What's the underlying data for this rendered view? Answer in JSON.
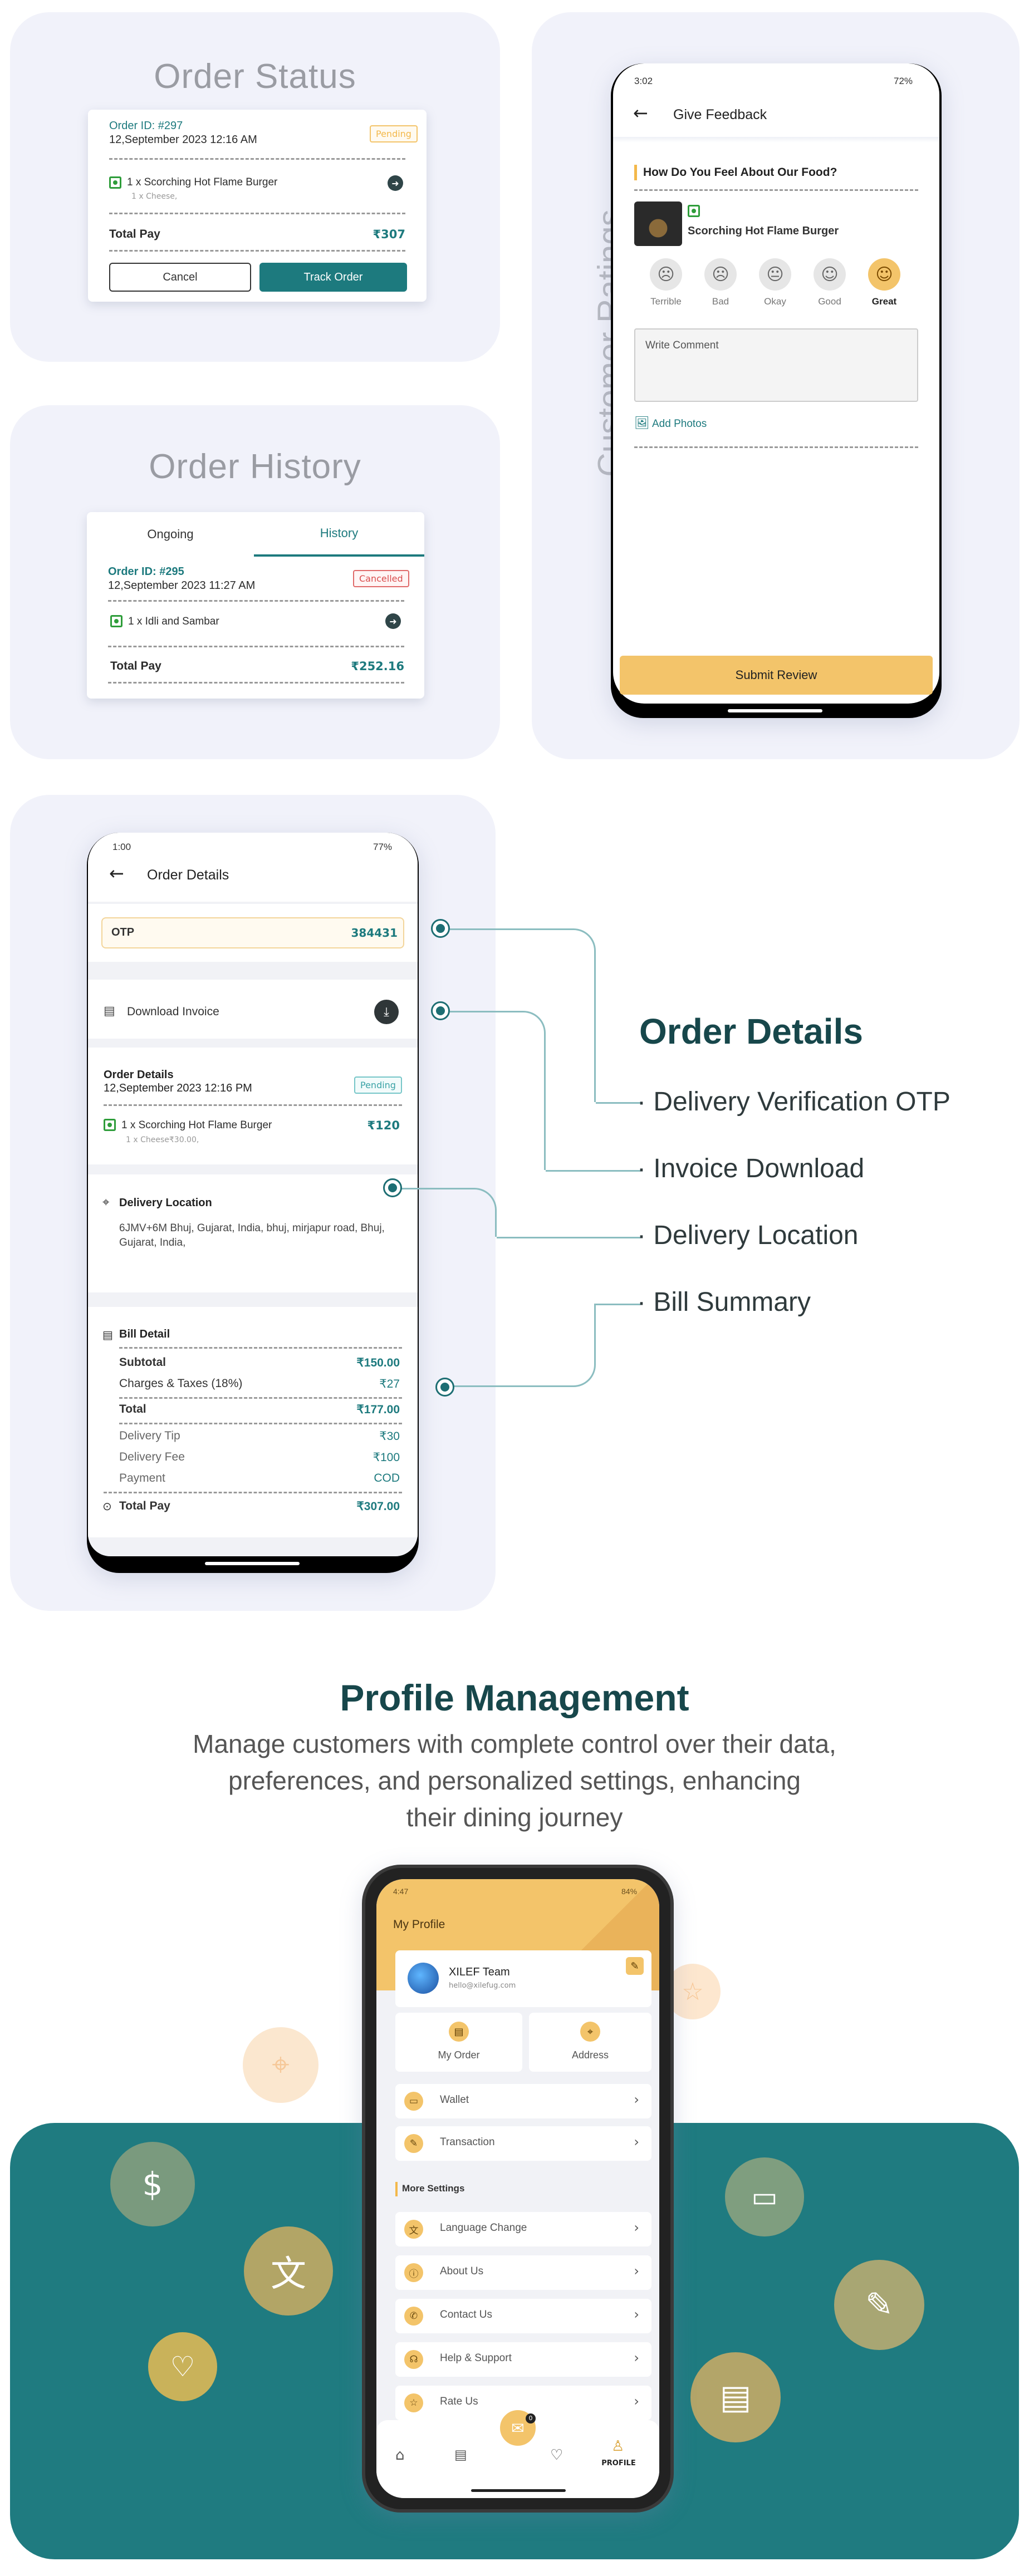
{
  "order_status": {
    "title": "Order Status",
    "order_id": "Order ID: #297",
    "date": "12,September 2023 12:16 AM",
    "badge": "Pending",
    "item": "1 x Scorching Hot Flame Burger",
    "addon": "1 x Cheese,",
    "total_label": "Total Pay",
    "total_value": "₹307",
    "cancel": "Cancel",
    "track": "Track Order"
  },
  "order_history": {
    "title": "Order History",
    "tab_ongoing": "Ongoing",
    "tab_history": "History",
    "order_id": "Order ID: #295",
    "date": "12,September 2023 11:27 AM",
    "badge": "Cancelled",
    "item": "1 x Idli and Sambar",
    "total_label": "Total Pay",
    "total_value": "₹252.16"
  },
  "ratings": {
    "side_label": "Customer Ratings",
    "time": "3:02",
    "battery": "72%",
    "header": "Give Feedback",
    "question": "How Do You Feel About Our Food?",
    "food": "Scorching Hot Flame Burger",
    "faces": [
      {
        "label": "Terrible"
      },
      {
        "label": "Bad"
      },
      {
        "label": "Okay"
      },
      {
        "label": "Good"
      },
      {
        "label": "Great"
      }
    ],
    "comment_placeholder": "Write Comment",
    "add_photos": "Add Photos",
    "submit": "Submit Review"
  },
  "order_details": {
    "time": "1:00",
    "battery": "77%",
    "header": "Order Details",
    "otp_label": "OTP",
    "otp_value": "384431",
    "invoice": "Download Invoice",
    "section_title": "Order Details",
    "date": "12,September 2023 12:16 PM",
    "badge": "Pending",
    "item": "1 x Scorching Hot Flame Burger",
    "item_price": "₹120",
    "addon": "1 x Cheese₹30.00,",
    "location_title": "Delivery Location",
    "address": "6JMV+6M Bhuj, Gujarat, India, bhuj, mirjapur road, Bhuj, Gujarat, India,",
    "bill_title": "Bill Detail",
    "bill": [
      {
        "label": "Subtotal",
        "value": "₹150.00",
        "bold": true
      },
      {
        "label": "Charges & Taxes (18%)",
        "value": "₹27",
        "bold": false
      },
      {
        "label": "Total",
        "value": "₹177.00",
        "bold": true
      },
      {
        "label": "Delivery Tip",
        "value": "₹30",
        "bold": false
      },
      {
        "label": "Delivery Fee",
        "value": "₹100",
        "bold": false
      },
      {
        "label": "Payment",
        "value": "COD",
        "bold": false
      }
    ],
    "total_pay_label": "Total Pay",
    "total_pay_value": "₹307.00",
    "feature_title": "Order Details",
    "features": [
      "· Delivery Verification OTP",
      "· Invoice Download",
      "· Delivery Location",
      "· Bill Summary"
    ]
  },
  "profile": {
    "title": "Profile Management",
    "subtitle_1": "Manage customers with complete control over their data,",
    "subtitle_2": "preferences, and personalized settings, enhancing",
    "subtitle_3": "their dining journey",
    "time": "4:47",
    "battery": "84%",
    "header": "My Profile",
    "name": "XILEF Team",
    "email": "hello@xilefug.com",
    "my_order": "My Order",
    "address": "Address",
    "wallet": "Wallet",
    "transaction": "Transaction",
    "more_settings": "More Settings",
    "settings": [
      "Language Change",
      "About Us",
      "Contact Us",
      "Help & Support",
      "Rate Us"
    ],
    "nav_profile": "PROFILE",
    "badge_count": "0"
  },
  "colors": {
    "teal": "#1d7a7e",
    "amber": "#f3c46a",
    "panel": "#f1f2fa",
    "teal_band": "#1f7b80"
  }
}
